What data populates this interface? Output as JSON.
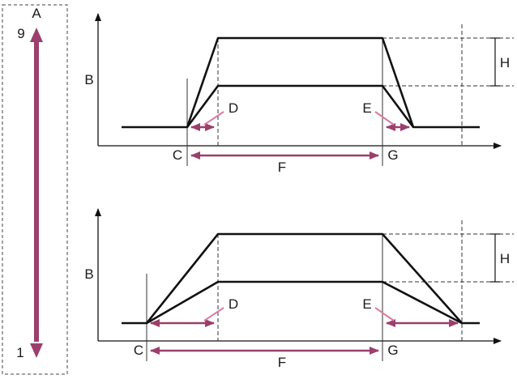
{
  "scale_panel": {
    "title": "A",
    "top_value": "9",
    "bottom_value": "1"
  },
  "top_chart": {
    "y_axis_label": "B",
    "start_label": "C",
    "end_label": "G",
    "duration_label": "F",
    "rise_label": "D",
    "fall_label": "E",
    "height_label": "H"
  },
  "bottom_chart": {
    "y_axis_label": "B",
    "start_label": "C",
    "end_label": "G",
    "duration_label": "F",
    "rise_label": "D",
    "fall_label": "E",
    "height_label": "H"
  },
  "colors": {
    "arrow": "#9b3f6c",
    "callout": "#d97aa0",
    "line": "#111111",
    "axis": "#111111",
    "guide": "#333333"
  }
}
